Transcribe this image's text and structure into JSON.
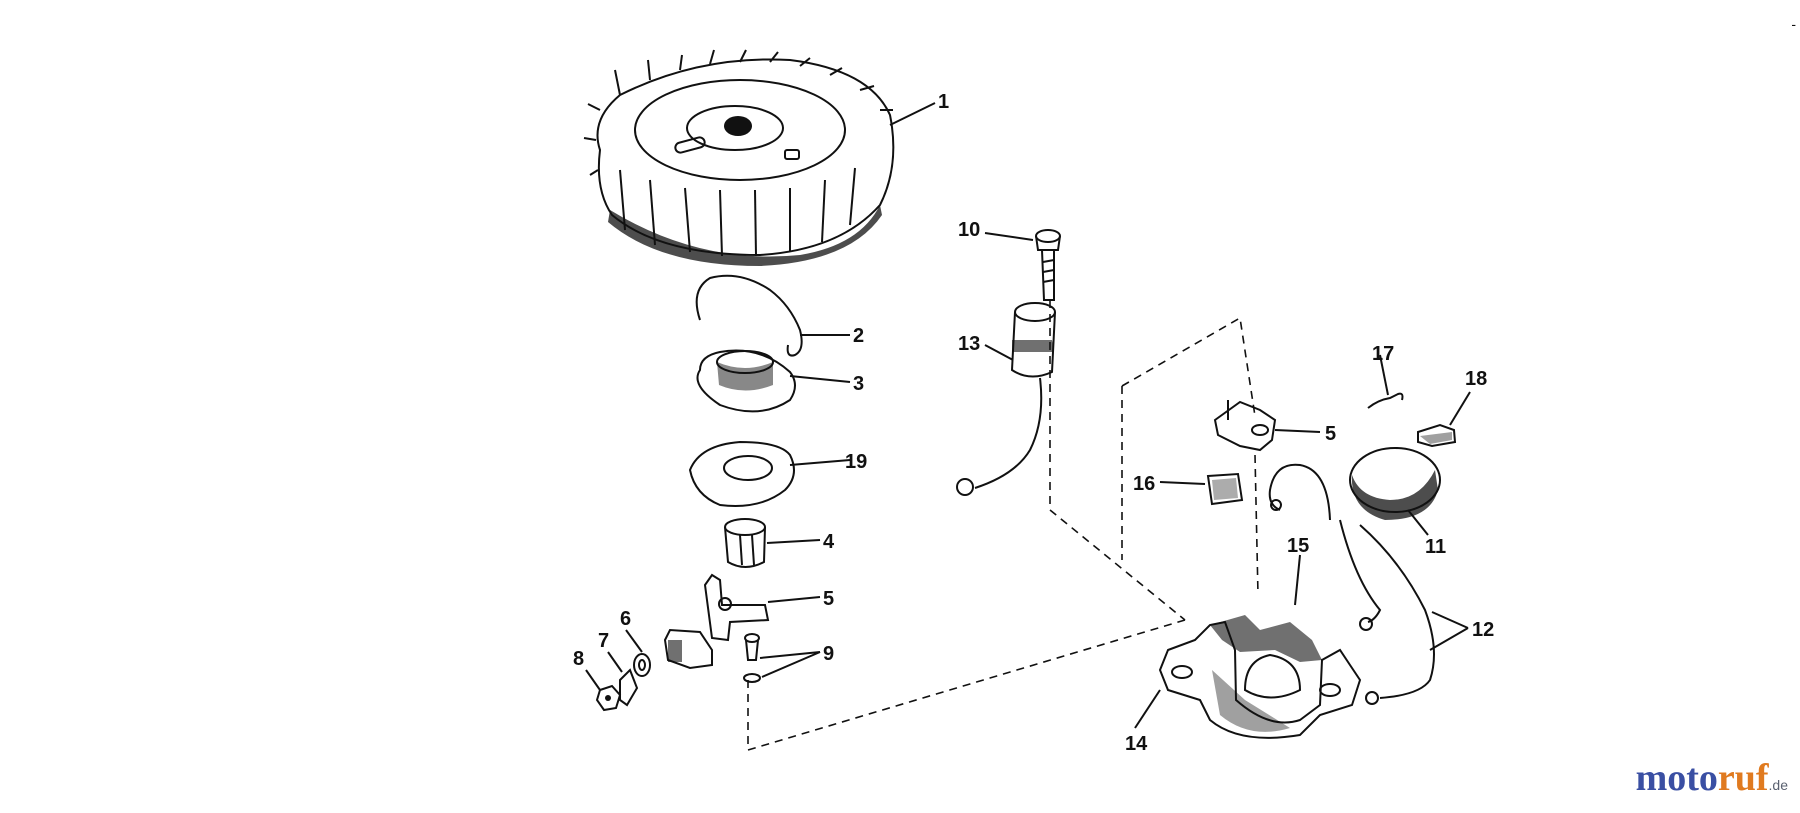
{
  "diagram": {
    "callouts": {
      "n1": "1",
      "n2": "2",
      "n3": "3",
      "n4": "4",
      "n5a": "5",
      "n5b": "5",
      "n6": "6",
      "n7": "7",
      "n8": "8",
      "n9": "9",
      "n10": "10",
      "n11": "11",
      "n12": "12",
      "n13": "13",
      "n14": "14",
      "n15": "15",
      "n16": "16",
      "n17": "17",
      "n18": "18",
      "n19": "19"
    }
  },
  "watermark": {
    "brand_blue": "moto",
    "brand_orange": "ruf",
    "suffix": ".de",
    "colors": {
      "blue": "#3a4fa3",
      "orange": "#e07a1f"
    }
  },
  "corner_mark": "-"
}
